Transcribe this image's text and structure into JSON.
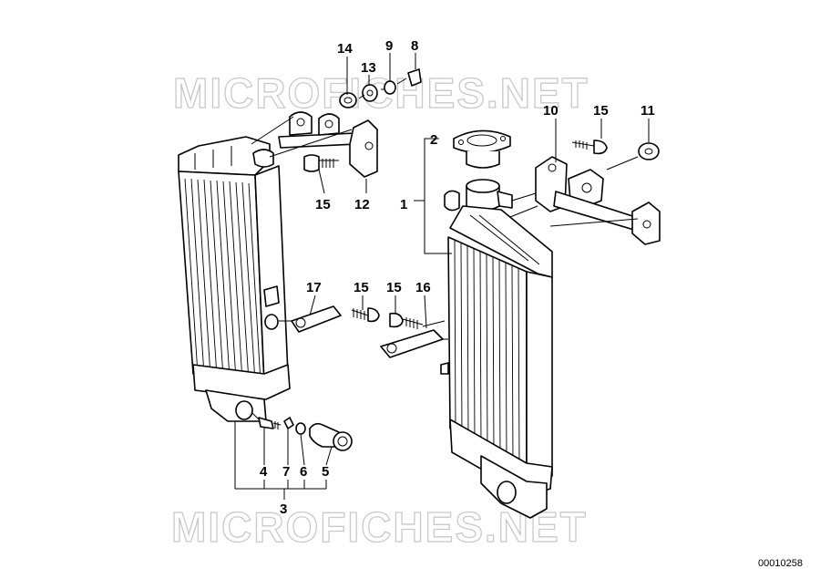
{
  "watermark": {
    "top_text": "MICROFICHES.NET",
    "bottom_text": "MICROFICHES.NET"
  },
  "document_id": "00010258",
  "callouts": {
    "c1": "1",
    "c2": "2",
    "c3": "3",
    "c4": "4",
    "c5": "5",
    "c6": "6",
    "c7": "7",
    "c8": "8",
    "c9": "9",
    "c10": "10",
    "c11": "11",
    "c12": "12",
    "c13": "13",
    "c14": "14",
    "c15a": "15",
    "c15b": "15",
    "c15c": "15",
    "c15d": "15",
    "c16": "16",
    "c17": "17"
  }
}
